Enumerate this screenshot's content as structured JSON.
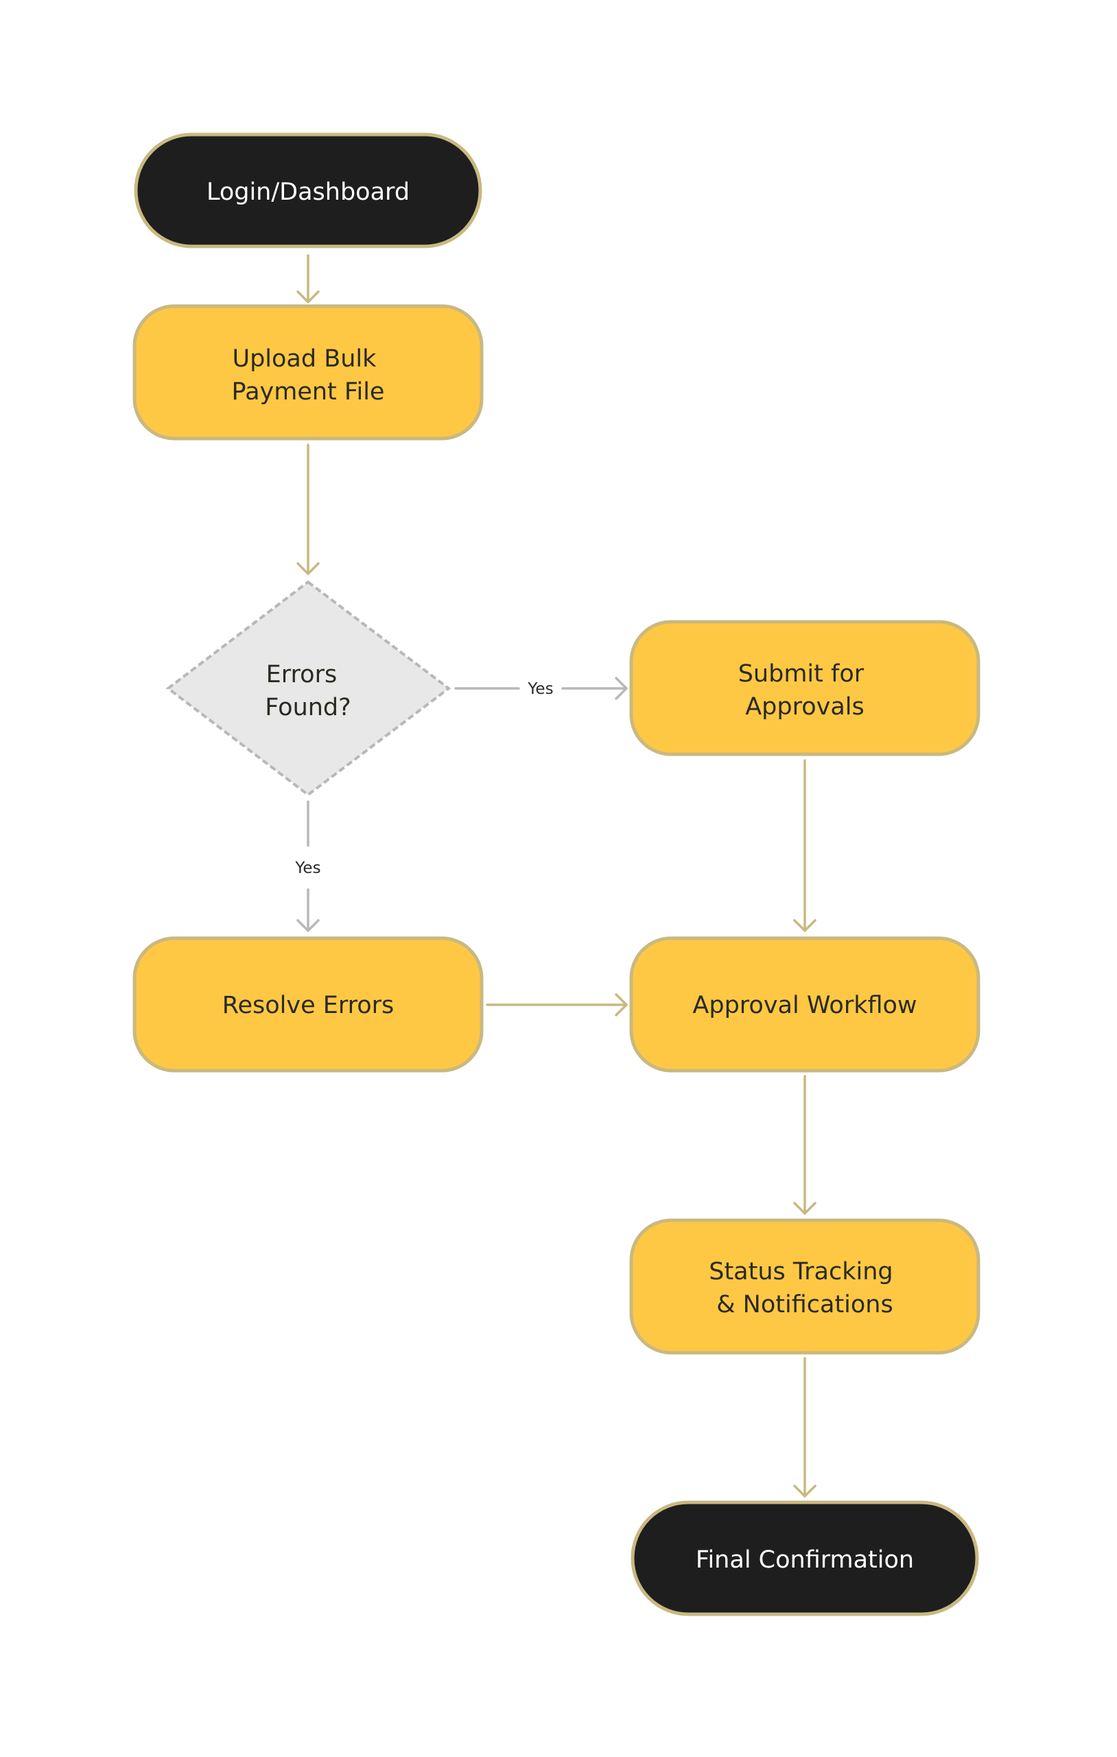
{
  "diagram": {
    "colors": {
      "background": "#ffffff",
      "process_fill": "#fec844",
      "terminal_fill": "#1e1e1e",
      "border": "#c9b980",
      "decision_fill": "#e8e8e8",
      "decision_border": "#b8b8b8",
      "arrow_primary": "#c9b980",
      "arrow_decision": "#b8b8b8",
      "text_dark": "#2b2a22",
      "text_light": "#ffffff"
    },
    "nodes": {
      "login": {
        "label": "Login/Dashboard"
      },
      "upload": {
        "line1": "Upload Bulk",
        "line2": "Payment File"
      },
      "errors": {
        "line1": "Errors",
        "line2": "Found?"
      },
      "submit": {
        "line1": "Submit for",
        "line2": "Approvals"
      },
      "resolve": {
        "label": "Resolve Errors"
      },
      "approval": {
        "label": "Approval Workflow"
      },
      "status": {
        "line1": "Status Tracking",
        "line2": "& Notifications"
      },
      "final": {
        "label": "Final Confirmation"
      }
    },
    "edges": {
      "errors_to_submit_label": "Yes",
      "errors_to_resolve_label": "Yes"
    }
  }
}
